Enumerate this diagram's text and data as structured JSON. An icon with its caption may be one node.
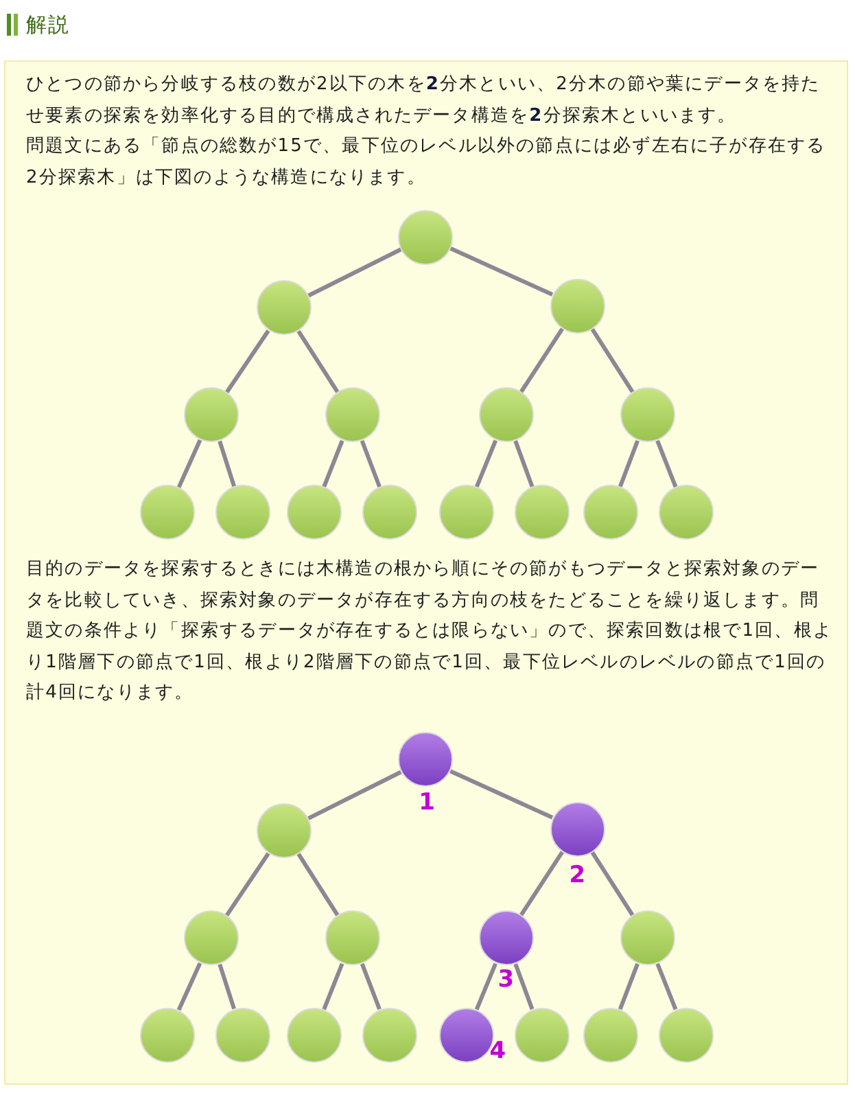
{
  "diagram": {
    "title": "解説",
    "nodes": [
      {
        "text": [
          "ひとつの節から分岐する枝の数が2以下の木を**2**分木といい、2分木の節や葉にデータを持たせ要素の探索を効率化する目的で構成されたデータ構造を**2**分探索木といいます。",
          "問題文にある「節点の総数が15で、最下位のレベル以外の節点には必ず左右に子が存在する2分探索木」は下図のような構造になります。",
          "目的のデータを探索するときには木構造の根から順にその節がもつデータと探索対象のデータを比較していき、探索対象のデータが存在する方向の枝をたどることを繰り返します。問題文の条件より「探索するデータが存在するとは限らない」ので、探索回数は根で1回、根より1階層下の節点で1回、根より2階層下の節点で1回、最下位レベルのレベルの節点で1回の計4回になります。"
        ]
      },
      {
        "text": [],
        "shape": "circle",
        "in": 0
      },
      {
        "text": [],
        "shape": "circle",
        "in": 0
      },
      {
        "text": [],
        "shape": "circle",
        "in": 0
      },
      {
        "text": [],
        "shape": "circle",
        "in": 0
      },
      {
        "text": [],
        "shape": "circle",
        "in": 0
      },
      {
        "text": [],
        "shape": "circle",
        "in": 0
      },
      {
        "text": [],
        "shape": "circle",
        "in": 0
      },
      {
        "text": [],
        "shape": "circle",
        "in": 0
      },
      {
        "text": [],
        "shape": "circle",
        "in": 0
      },
      {
        "text": [],
        "shape": "circle",
        "in": 0
      },
      {
        "text": [],
        "shape": "circle",
        "in": 0
      },
      {
        "text": [],
        "shape": "circle",
        "in": 0
      },
      {
        "text": [],
        "shape": "circle",
        "in": 0
      },
      {
        "text": [],
        "shape": "circle",
        "in": 0
      },
      {
        "text": [],
        "shape": "circle",
        "in": 0
      },
      {
        "text": [],
        "shape": "circle",
        "in": 0,
        "beside": [
          "1"
        ]
      },
      {
        "text": [],
        "shape": "circle",
        "in": 0
      },
      {
        "text": [],
        "shape": "circle",
        "in": 0,
        "beside": [
          "2"
        ]
      },
      {
        "text": [],
        "shape": "circle",
        "in": 0
      },
      {
        "text": [],
        "shape": "circle",
        "in": 0
      },
      {
        "text": [],
        "shape": "circle",
        "in": 0,
        "beside": [
          "3"
        ]
      },
      {
        "text": [],
        "shape": "circle",
        "in": 0
      },
      {
        "text": [],
        "shape": "circle",
        "in": 0
      },
      {
        "text": [],
        "shape": "circle",
        "in": 0
      },
      {
        "text": [],
        "shape": "circle",
        "in": 0
      },
      {
        "text": [],
        "shape": "circle",
        "in": 0
      },
      {
        "text": [],
        "shape": "circle",
        "in": 0,
        "beside": [
          "4"
        ]
      },
      {
        "text": [],
        "shape": "circle",
        "in": 0
      },
      {
        "text": [],
        "shape": "circle",
        "in": 0
      },
      {
        "text": [],
        "shape": "circle",
        "in": 0
      }
    ],
    "edges": [
      {
        "from": 1,
        "to": 2,
        "arrow": "none"
      },
      {
        "from": 1,
        "to": 3,
        "arrow": "none"
      },
      {
        "from": 2,
        "to": 4,
        "arrow": "none"
      },
      {
        "from": 2,
        "to": 5,
        "arrow": "none"
      },
      {
        "from": 3,
        "to": 6,
        "arrow": "none"
      },
      {
        "from": 3,
        "to": 7,
        "arrow": "none"
      },
      {
        "from": 4,
        "to": 8,
        "arrow": "none"
      },
      {
        "from": 4,
        "to": 9,
        "arrow": "none"
      },
      {
        "from": 5,
        "to": 10,
        "arrow": "none"
      },
      {
        "from": 5,
        "to": 11,
        "arrow": "none"
      },
      {
        "from": 6,
        "to": 12,
        "arrow": "none"
      },
      {
        "from": 6,
        "to": 13,
        "arrow": "none"
      },
      {
        "from": 7,
        "to": 14,
        "arrow": "none"
      },
      {
        "from": 7,
        "to": 15,
        "arrow": "none"
      },
      {
        "from": 16,
        "to": 17,
        "arrow": "none"
      },
      {
        "from": 16,
        "to": 18,
        "arrow": "none"
      },
      {
        "from": 17,
        "to": 19,
        "arrow": "none"
      },
      {
        "from": 17,
        "to": 20,
        "arrow": "none"
      },
      {
        "from": 18,
        "to": 21,
        "arrow": "none"
      },
      {
        "from": 18,
        "to": 22,
        "arrow": "none"
      },
      {
        "from": 19,
        "to": 23,
        "arrow": "none"
      },
      {
        "from": 19,
        "to": 24,
        "arrow": "none"
      },
      {
        "from": 20,
        "to": 25,
        "arrow": "none"
      },
      {
        "from": 20,
        "to": 26,
        "arrow": "none"
      },
      {
        "from": 21,
        "to": 27,
        "arrow": "none"
      },
      {
        "from": 21,
        "to": 28,
        "arrow": "none"
      },
      {
        "from": 22,
        "to": 29,
        "arrow": "none"
      },
      {
        "from": 22,
        "to": 30,
        "arrow": "none"
      }
    ]
  }
}
